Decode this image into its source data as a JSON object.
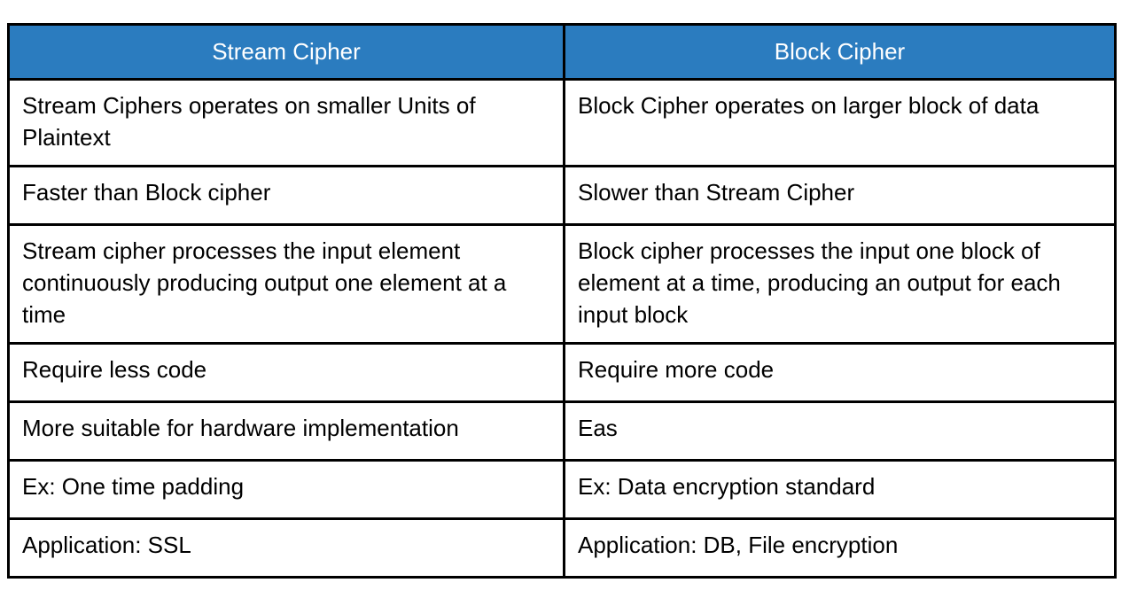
{
  "table": {
    "title_row": {
      "columns": [
        {
          "label": "Stream Cipher",
          "name": "header-stream-cipher"
        },
        {
          "label": "Block Cipher",
          "name": "header-block-cipher"
        }
      ]
    },
    "header_bg_color": "#2B7CBF",
    "header_text_color": "#FFFFFF",
    "border_color": "#000000",
    "body_bg_color": "#FFFFFF",
    "body_text_color": "#000000",
    "rows": [
      {
        "left": "Stream Ciphers operates on smaller Units of Plaintext",
        "right": "Block Cipher operates on larger block of data"
      },
      {
        "left": "Faster than Block cipher",
        "right": "Slower than Stream Cipher"
      },
      {
        "left": "Stream cipher processes the input element continuously producing output one element at a time",
        "right": "Block cipher processes the input one block of element at a time, producing an output for each input block"
      },
      {
        "left": "Require less code",
        "right": "Require more code"
      },
      {
        "left": "More suitable for hardware implementation",
        "right": "Eas"
      },
      {
        "left": "Ex: One time padding",
        "right": "Ex: Data encryption standard"
      },
      {
        "left": "Application: SSL",
        "right": "Application: DB, File encryption"
      }
    ]
  }
}
